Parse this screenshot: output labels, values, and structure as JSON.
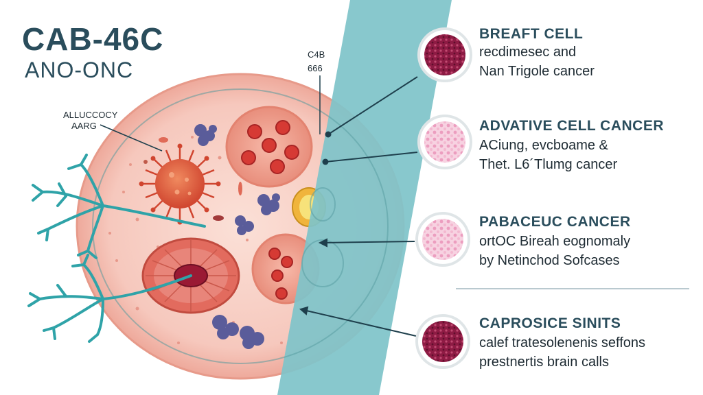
{
  "header": {
    "title": "CAB-46C",
    "subtitle": "ANO-ONC"
  },
  "left_label": {
    "line1": "ALLUCCOCY",
    "line2": "AARG"
  },
  "center_label": {
    "line1": "C4B",
    "line2": "666"
  },
  "callouts": [
    {
      "title": "BREAFT CELL",
      "line1": "recdimesec and",
      "line2": "Nan Trigole cancer",
      "swatch_color": "#8e1b44"
    },
    {
      "title": "ADVATIVE CELL CANCER",
      "line1": "ACiung, evcboame  &",
      "line2": "Thet. L6´Tlumg cancer",
      "swatch_color": "#f2b8cf"
    },
    {
      "title": "PABACEUC CANCER",
      "line1": "ortOC Bireah eognomaly",
      "line2": "by Netinchod Sofcases",
      "swatch_color": "#f0a6c4"
    },
    {
      "title": "CAPROSICE SINITS",
      "line1": "calef tratesolenenis seffons",
      "line2": "prestnertis brain calls",
      "swatch_color": "#8a1f42"
    }
  ],
  "colors": {
    "teal_band": "#7fc4c9",
    "cell_fill": "#f6c8bd",
    "nucleus_red": "#d94a3c",
    "virus_orange": "#e1603f",
    "dendrite_teal": "#2fa3a8",
    "text_dark": "#2a4d5c"
  }
}
